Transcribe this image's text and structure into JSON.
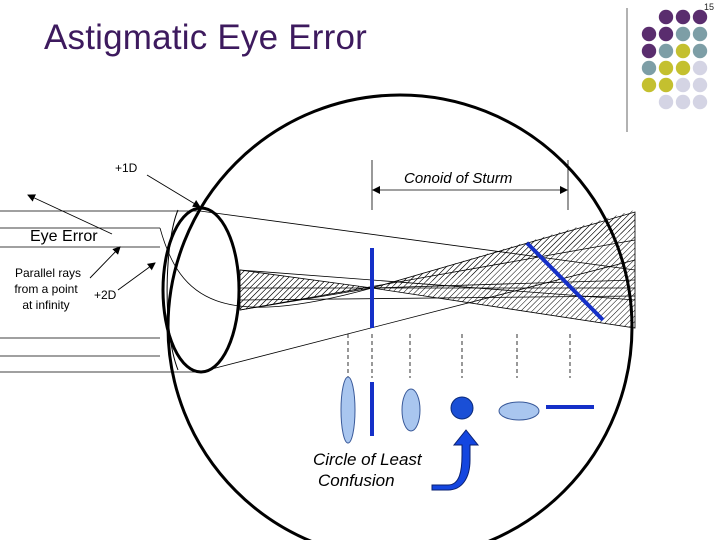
{
  "slide": {
    "title": "Astigmatic Eye Error",
    "page_number": "15"
  },
  "labels": {
    "power_vertical": "+1D",
    "power_horizontal": "+2D",
    "eye_error": "Eye Error",
    "parallel_rays": [
      "Parallel rays",
      "from a point",
      "at infinity"
    ],
    "conoid": "Conoid of Sturm",
    "circle_least_confusion": [
      "Circle of Least",
      "Confusion"
    ]
  },
  "colors": {
    "title": "#3d1a5e",
    "line_focal": "#1530c8",
    "ellipse_fill": "#a9c6ef",
    "ellipse_stroke": "#3a5a9a",
    "circle_fill": "#1a4fd6",
    "arrow_fill": "#1446e0",
    "dot_purple": "#5a2d6e",
    "dot_teal": "#7d9ea6",
    "dot_olive": "#c4c02f",
    "dot_gray": "#d4d4e4"
  },
  "icons": {
    "vertical_focal_line": "vertical-focal-line",
    "horizontal_focal_line": "horizontal-focal-line",
    "least_confusion_circle": "least-confusion-circle",
    "curved_arrow": "curved-arrow-icon"
  }
}
